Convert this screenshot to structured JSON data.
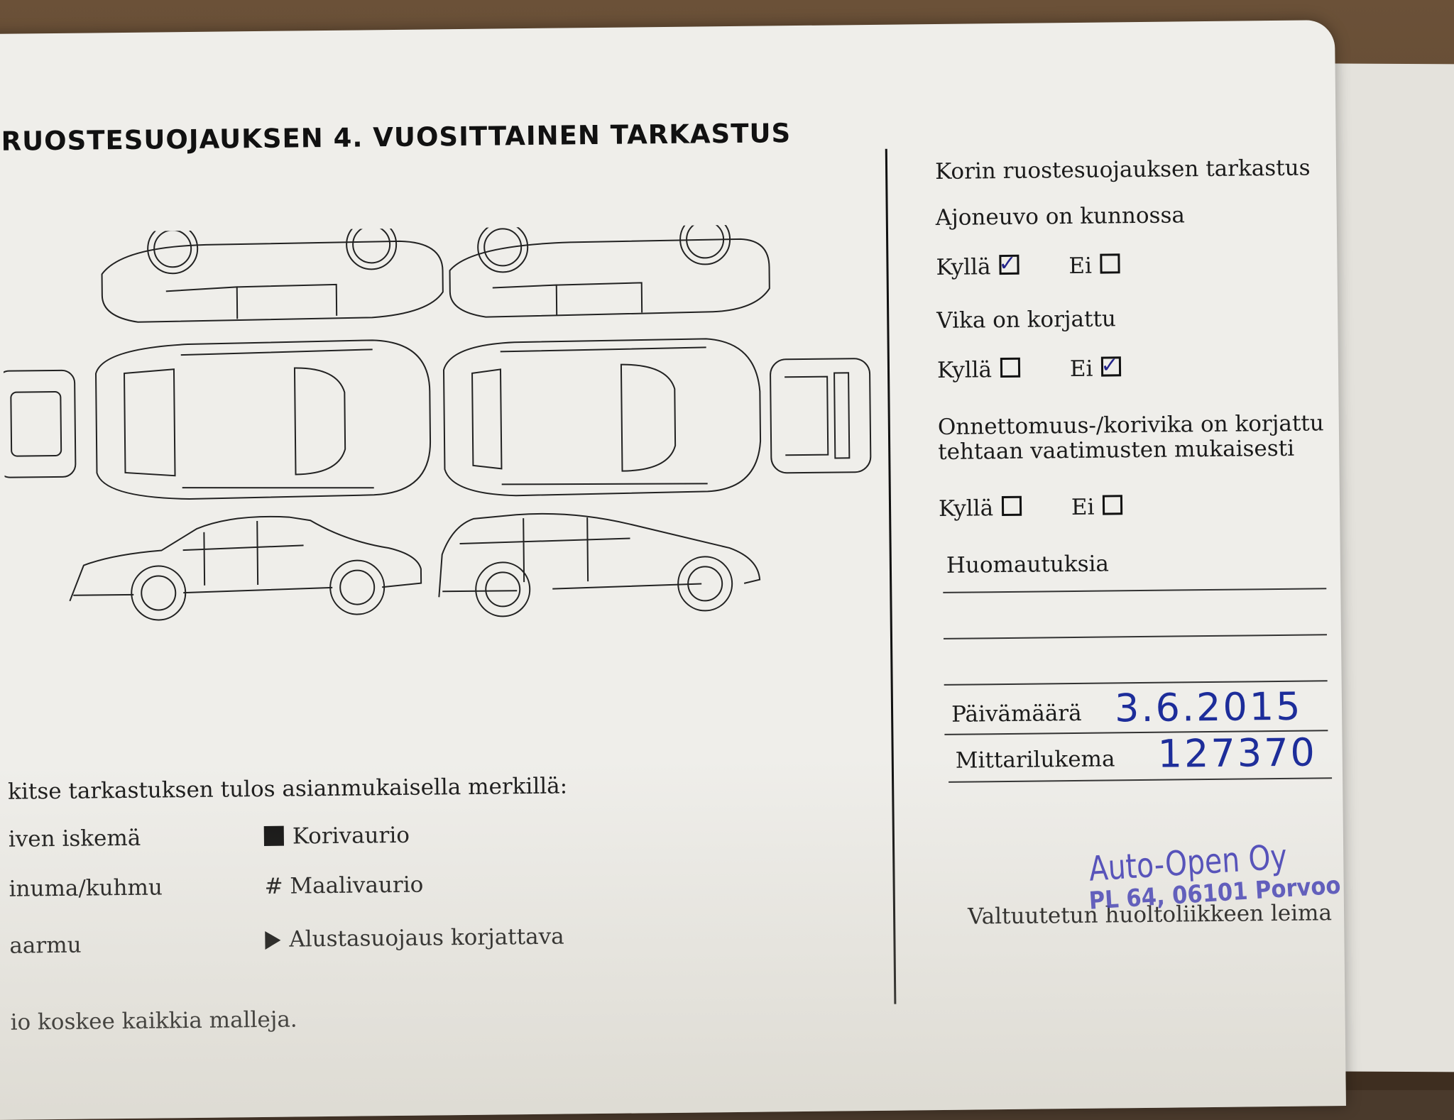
{
  "title": "RUOSTESUOJAUKSEN 4. VUOSITTAINEN TARKASTUS",
  "right": {
    "heading": "Korin ruostesuojauksen tarkastus",
    "q1": "Ajoneuvo on kunnossa",
    "q2": "Vika on korjattu",
    "q3_line1": "Onnettomuus-/korivika on korjattu",
    "q3_line2": "tehtaan vaatimusten mukaisesti",
    "yes": "Kyllä",
    "no": "Ei",
    "remarks": "Huomautuksia",
    "date_label": "Päivämäärä",
    "date_value": "3.6.2015",
    "odometer_label": "Mittarilukema",
    "odometer_value": "127370",
    "signature_label": "Valtuutetun huoltoliikkeen leima",
    "stamp_name": "Auto-Open Oy",
    "stamp_address": "PL 64, 06101 Porvoo"
  },
  "left": {
    "instruction": "kitse tarkastuksen tulos asianmukaisella merkillä:",
    "legend_left": [
      "iven iskemä",
      "inuma/kuhmu",
      "aarmu"
    ],
    "legend_right": [
      "Korivaurio",
      "# Maalivaurio",
      "Alustasuojaus korjattava"
    ],
    "footnote": "io koskee kaikkia malleja."
  },
  "colors": {
    "ink": "#1d2d9a",
    "stamp": "#3a36b8",
    "paper": "#efeeea"
  }
}
